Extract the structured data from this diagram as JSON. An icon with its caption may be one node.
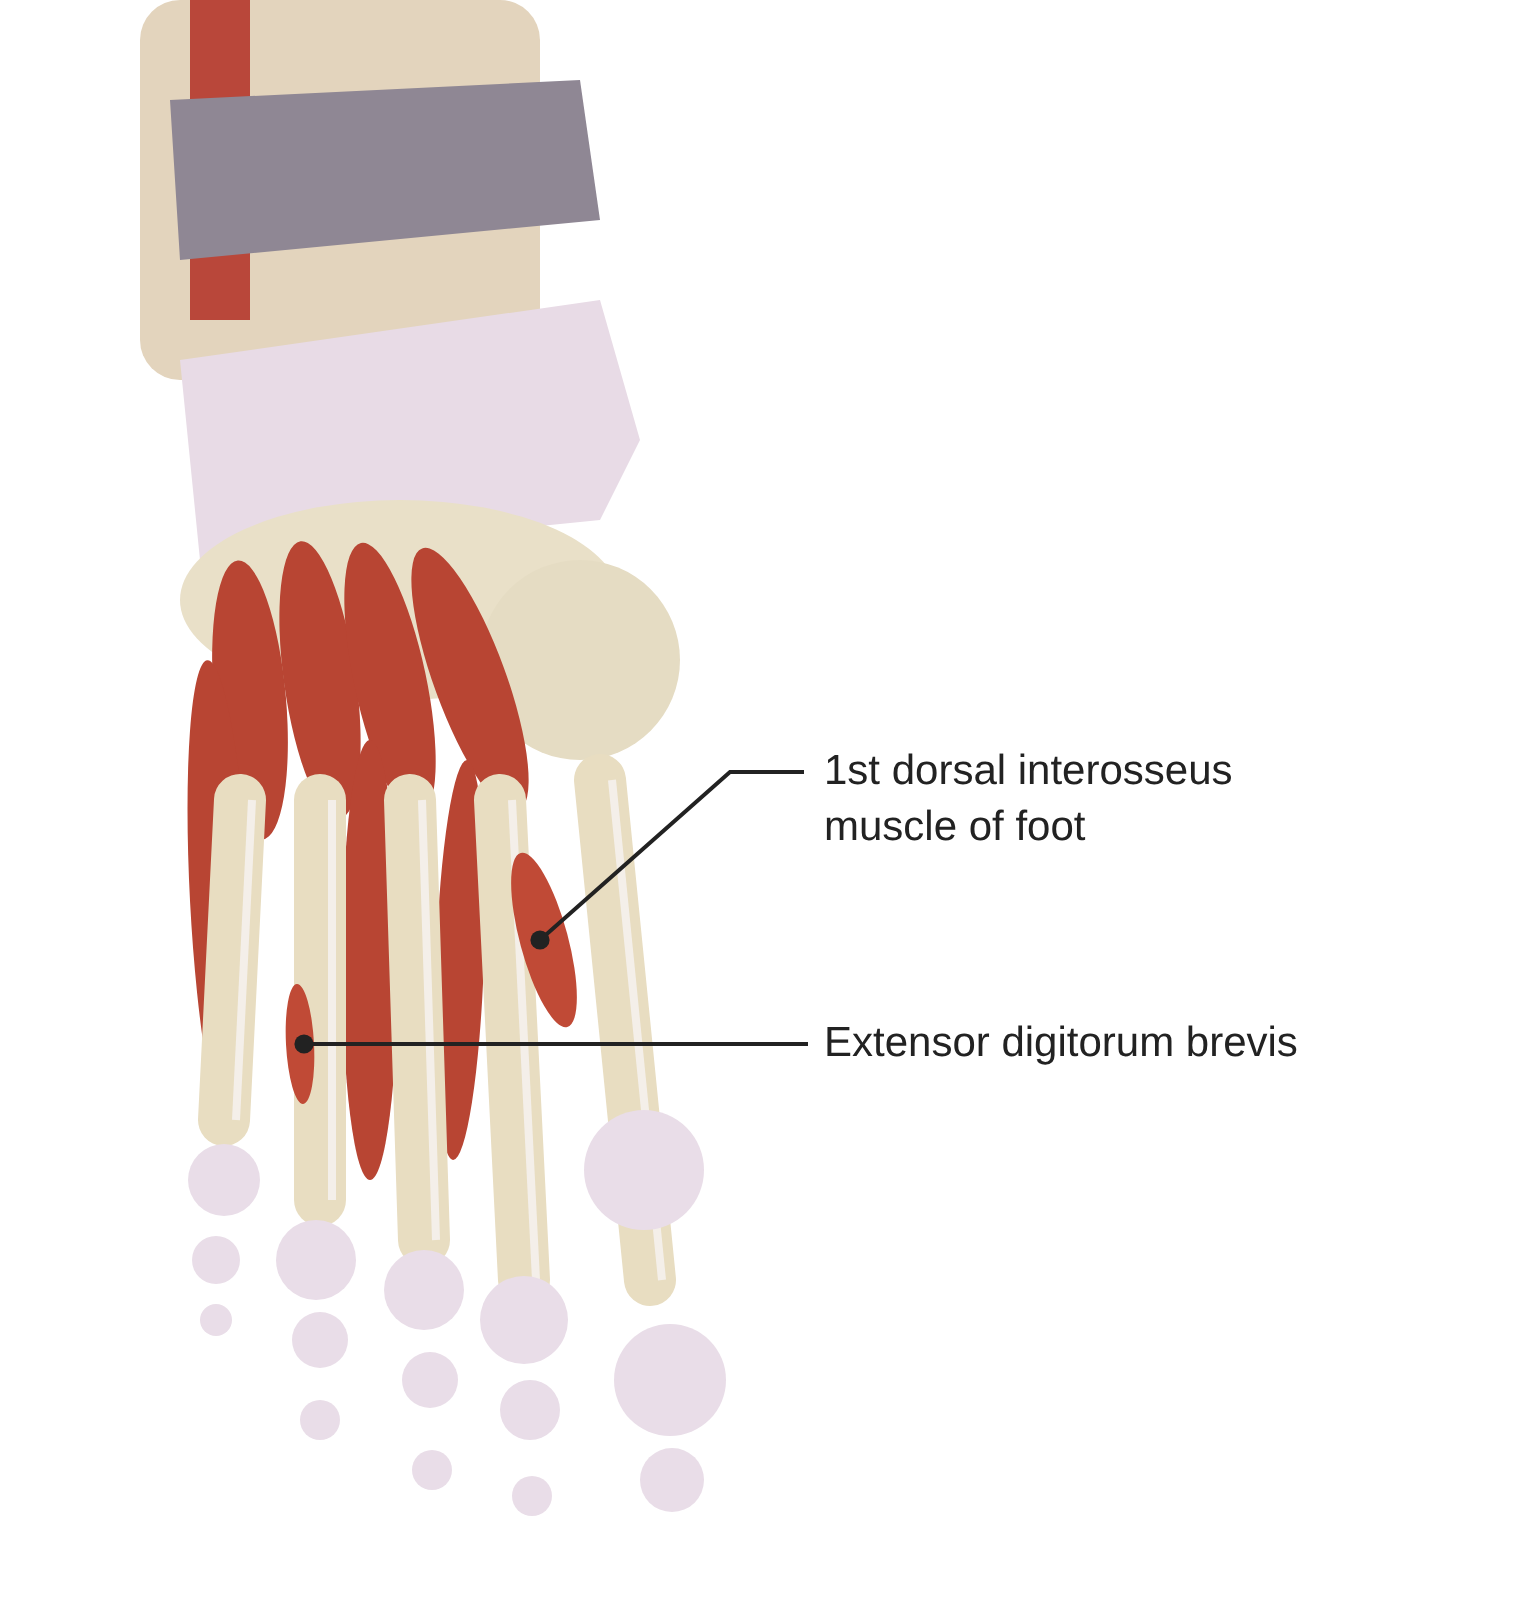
{
  "diagram": {
    "nodes": [
      {
        "text": [
          "1st dorsal interosseus muscle of foot"
        ]
      },
      {
        "text": [
          "Extensor digitorum brevis"
        ]
      },
      {
        "text": [],
        "shape": "ellipse"
      },
      {
        "text": [],
        "shape": "ellipse"
      }
    ],
    "edges": [
      {
        "from": 0,
        "to": 2,
        "arrow": "other"
      },
      {
        "from": 1,
        "to": 3,
        "arrow": "other"
      }
    ]
  }
}
